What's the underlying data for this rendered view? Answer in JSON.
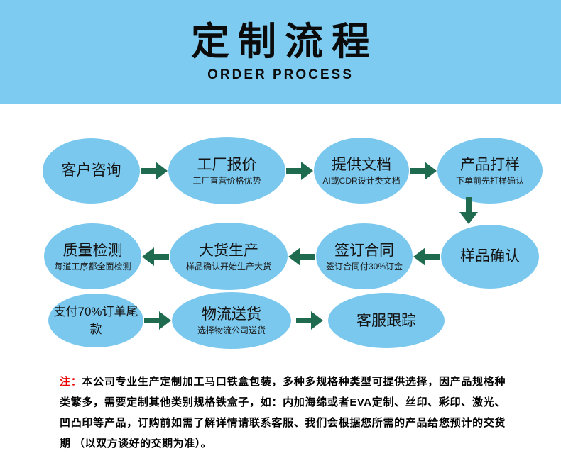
{
  "header": {
    "title": "定制流程",
    "subtitle": "ORDER PROCESS",
    "background_color": "#7DCBF1"
  },
  "flow": {
    "ellipse_color": "#7AC8EE",
    "arrow_color": "#1F6B50",
    "icons": {
      "arrow_right": "→",
      "arrow_left": "←",
      "arrow_down": "↓"
    },
    "rows": [
      {
        "direction": "left-to-right",
        "steps": [
          {
            "label": "客户咨询",
            "sub": ""
          },
          {
            "label": "工厂报价",
            "sub": "工厂直营价格优势"
          },
          {
            "label": "提供文档",
            "sub": "AI或CDR设计类文档"
          },
          {
            "label": "产品打样",
            "sub": "下单前先打样确认"
          }
        ]
      },
      {
        "direction": "right-to-left",
        "steps": [
          {
            "label": "质量检测",
            "sub": "每道工序都全面检测"
          },
          {
            "label": "大货生产",
            "sub": "样品确认开始生产大货"
          },
          {
            "label": "签订合同",
            "sub": "签订合同付30%订金"
          },
          {
            "label": "样品确认",
            "sub": ""
          }
        ]
      },
      {
        "direction": "left-to-right",
        "steps": [
          {
            "label": "支付70%订单尾款",
            "sub": ""
          },
          {
            "label": "物流送货",
            "sub": "选择物流公司送货"
          },
          {
            "label": "客服跟踪",
            "sub": ""
          }
        ]
      }
    ]
  },
  "note": {
    "label": "注：",
    "label_color": "#E80000",
    "text": "本公司专业生产定制加工马口铁盒包装，多种多规格种类型可提供选择，因产品规格种类繁多，需要定制其他类别规格铁盒子，如：内加海绵或者EVA定制、丝印、彩印、激光、凹凸印等产品，订购前如需了解详情请联系客服、我们会根据您所需的产品给您预计的交货期 （以双方谈好的交期为准）。"
  }
}
